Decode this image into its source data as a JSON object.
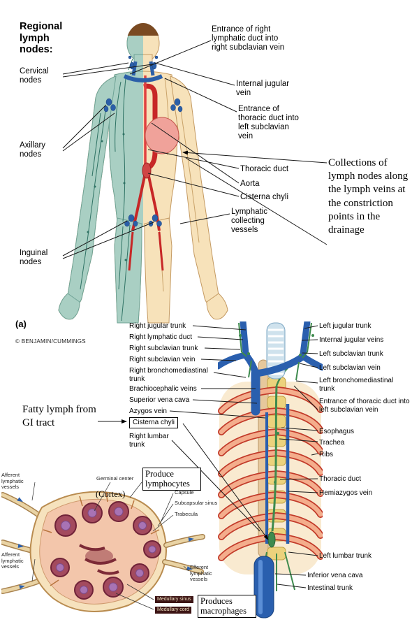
{
  "header": {
    "title": "Regional lymph nodes:",
    "figure_label": "(a)",
    "copyright": "© BENJAMIN/CUMMINGS"
  },
  "body_diagram": {
    "cervical": "Cervical nodes",
    "axillary": "Axillary nodes",
    "inguinal": "Inguinal nodes",
    "entrance_right_duct": "Entrance of right lymphatic duct into right subclavian vein",
    "internal_jugular": "Internal jugular vein",
    "entrance_thoracic_duct": "Entrance of thoracic duct into left subclavian vein",
    "thoracic_duct": "Thoracic duct",
    "aorta": "Aorta",
    "cisterna_chyli": "Cisterna chyli",
    "collecting_vessels": "Lymphatic collecting vessels"
  },
  "handwritten": {
    "collections_note": "Collections of lymph nodes along the lymph veins at the constriction points in the drainage",
    "fatty_lymph_note": "Fatty lymph from GI tract",
    "produce_lymphocytes": "Produce lymphocytes",
    "cortex": "(Cortex)",
    "produces_macrophages": "Produces macrophages"
  },
  "thoracic_diagram": {
    "left_labels": [
      "Right jugular trunk",
      "Right lymphatic duct",
      "Right subclavian trunk",
      "Right subclavian vein",
      "Right bronchomediastinal trunk",
      "Brachiocephalic veins",
      "Superior vena cava",
      "Azygos vein",
      "Cisterna chyli",
      "Right lumbar trunk"
    ],
    "right_labels": [
      "Left jugular trunk",
      "Internal jugular veins",
      "Left subclavian trunk",
      "Left subclavian vein",
      "Left bronchomediastinal trunk",
      "Entrance of thoracic duct into left subclavian vein",
      "Esophagus",
      "Trachea",
      "Ribs",
      "Thoracic duct",
      "Hemiazygos vein",
      "Left lumbar trunk",
      "Inferior vena cava",
      "Intestinal trunk"
    ]
  },
  "node_diagram": {
    "afferent_top": "Afferent lymphatic vessels",
    "germinal_center": "Germinal center",
    "capsule": "Capsule",
    "subcapsular_sinus": "Subcapsular sinus",
    "trabecula": "Trabecula",
    "afferent_bottom": "Afferent lymphatic vessels",
    "efferent": "Efferent lymphatic vessels",
    "medullary_sinus": "Medullary sinus",
    "medullary_cord": "Medullary cord"
  },
  "colors": {
    "skin": "#f7e2ba",
    "lymph_teal": "#a9cfc3",
    "vein_blue": "#2a5fae",
    "duct_red": "#c72727",
    "rib_salmon": "#f4ad8c",
    "lymph_green": "#3e8b4e",
    "follicle_maroon": "#a34a5e",
    "germinal_purple": "#a873b4"
  }
}
